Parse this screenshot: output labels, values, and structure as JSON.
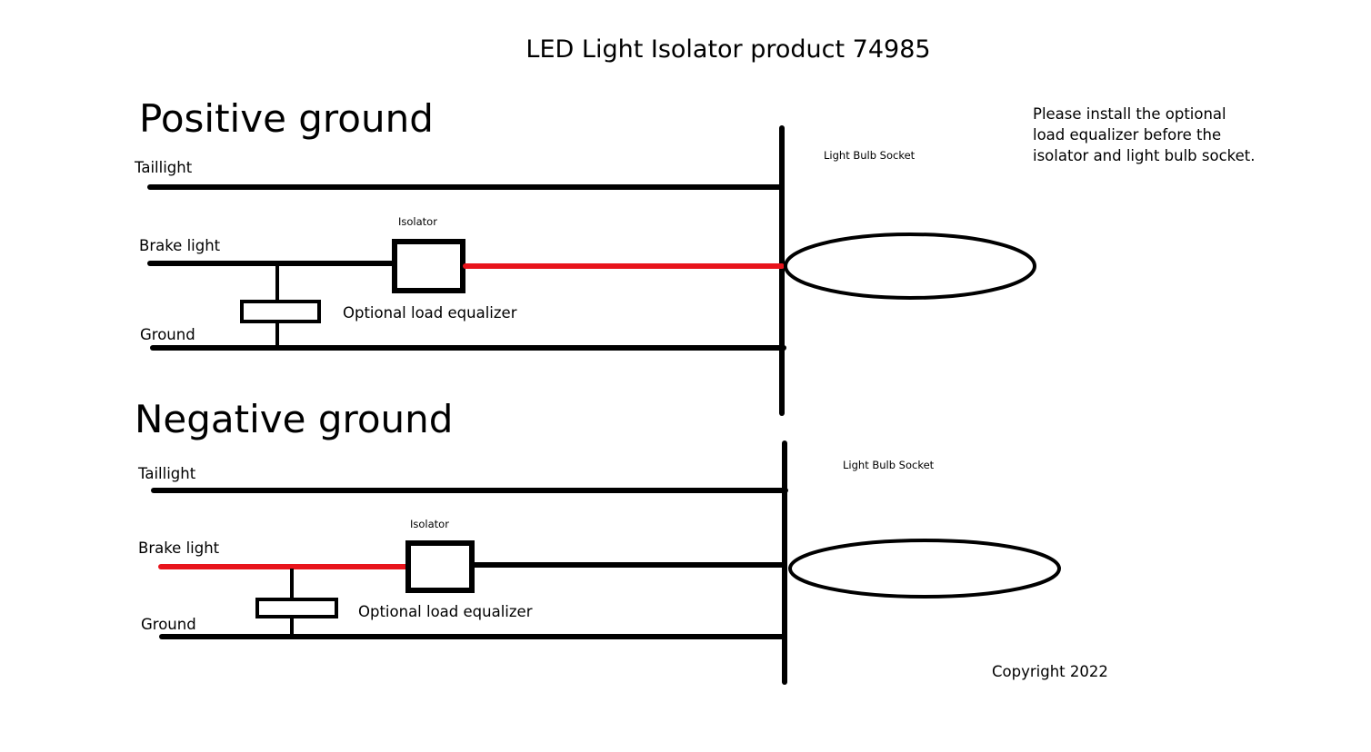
{
  "title": "LED Light Isolator product 74985",
  "colors": {
    "wire": "#000000",
    "highlight_wire": "#e8141c"
  },
  "note": [
    "Please install the optional",
    "load equalizer before the",
    "isolator and light bulb socket."
  ],
  "positive": {
    "heading": "Positive ground",
    "taillight": "Taillight",
    "brake": "Brake light",
    "ground": "Ground",
    "isolator": "Isolator",
    "equalizer": "Optional load equalizer",
    "socket": "Light Bulb Socket"
  },
  "negative": {
    "heading": "Negative ground",
    "taillight": "Taillight",
    "brake": "Brake light",
    "ground": "Ground",
    "isolator": "Isolator",
    "equalizer": "Optional load equalizer",
    "socket": "Light Bulb Socket"
  },
  "copyright": "Copyright 2022"
}
